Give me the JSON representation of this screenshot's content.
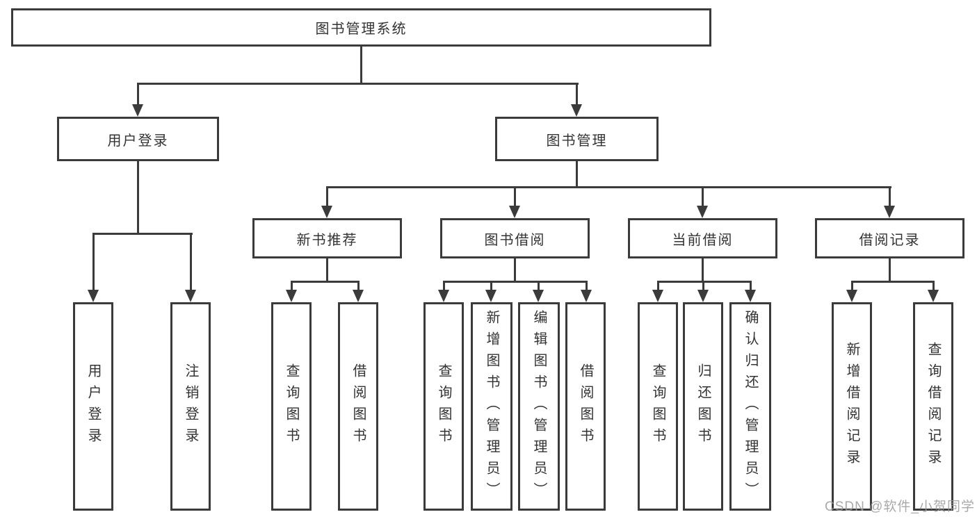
{
  "title": "图书管理系统",
  "level2": [
    "用户登录",
    "图书管理"
  ],
  "level3": [
    "新书推荐",
    "图书借阅",
    "当前借阅",
    "借阅记录"
  ],
  "leaves": {
    "user_login": [
      "用户登录",
      "注销登录"
    ],
    "new_book_recommend": [
      "查询图书",
      "借阅图书"
    ],
    "book_borrow": [
      "查询图书",
      "新增图书（管理员）",
      "编辑图书（管理员）",
      "借阅图书"
    ],
    "current_borrow": [
      "查询图书",
      "归还图书",
      "确认归还（管理员）"
    ],
    "borrow_records": [
      "新增借阅记录",
      "查询借阅记录"
    ]
  },
  "watermark": "CSDN @软件_小贺同学",
  "colors": {
    "border": "#3b3b3b",
    "text": "#333333",
    "line": "#3b3b3b",
    "watermark": "#9b9b9b",
    "background": "#ffffff"
  }
}
